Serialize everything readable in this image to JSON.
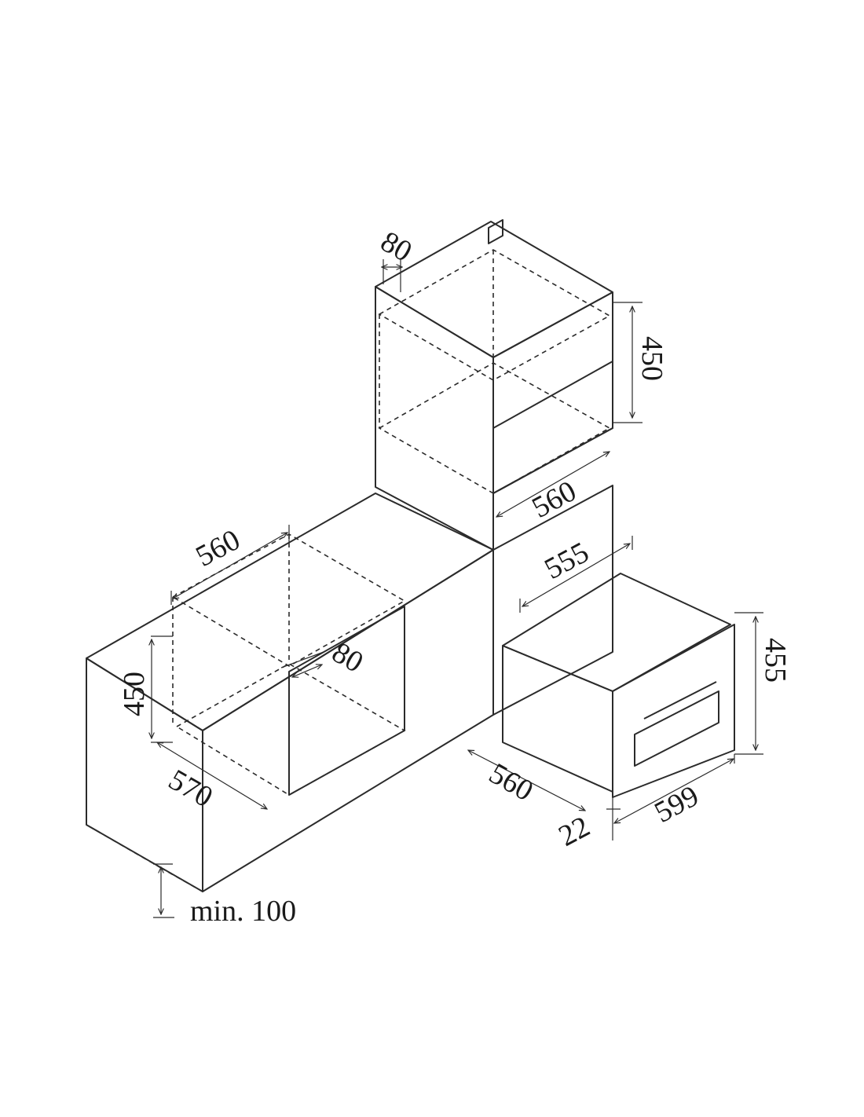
{
  "dimensions": {
    "upper_cabinet": {
      "gap_top": "80",
      "height": "450",
      "width": "560"
    },
    "lower_cabinet": {
      "width": "560",
      "height": "450",
      "gap_rear": "80",
      "depth": "570",
      "min_bottom": "min. 100"
    },
    "appliance": {
      "depth_body": "555",
      "height": "455",
      "depth": "560",
      "front_width": "599",
      "front_thickness": "22"
    }
  },
  "colors": {
    "face_light": "#e2e2e2",
    "face_mid": "#c9c9c9",
    "face_dark": "#8d8d8d",
    "line": "#2b2b2b"
  }
}
